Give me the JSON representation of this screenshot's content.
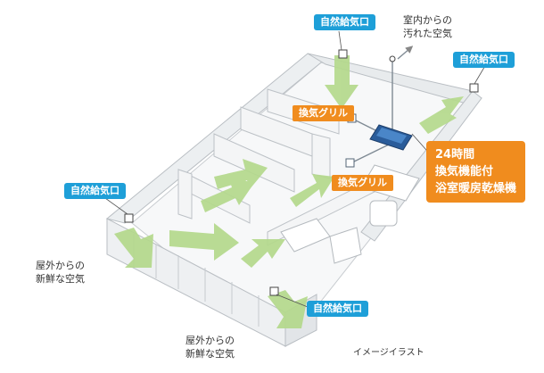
{
  "labels": {
    "inlet": "自然給気口",
    "grille": "換気グリル",
    "exhaust": [
      "室内からの",
      "汚れた空気"
    ],
    "outdoor": [
      "屋外からの",
      "新鮮な空気"
    ],
    "unit": [
      "24時間",
      "換気機能付",
      "浴室暖房乾燥機"
    ],
    "note": "イメージイラスト"
  },
  "colors": {
    "label_blue": "#1e9fd8",
    "label_orange": "#f08c1e",
    "airflow_green": "#b4d98c",
    "wall": "#f2f4f5"
  }
}
